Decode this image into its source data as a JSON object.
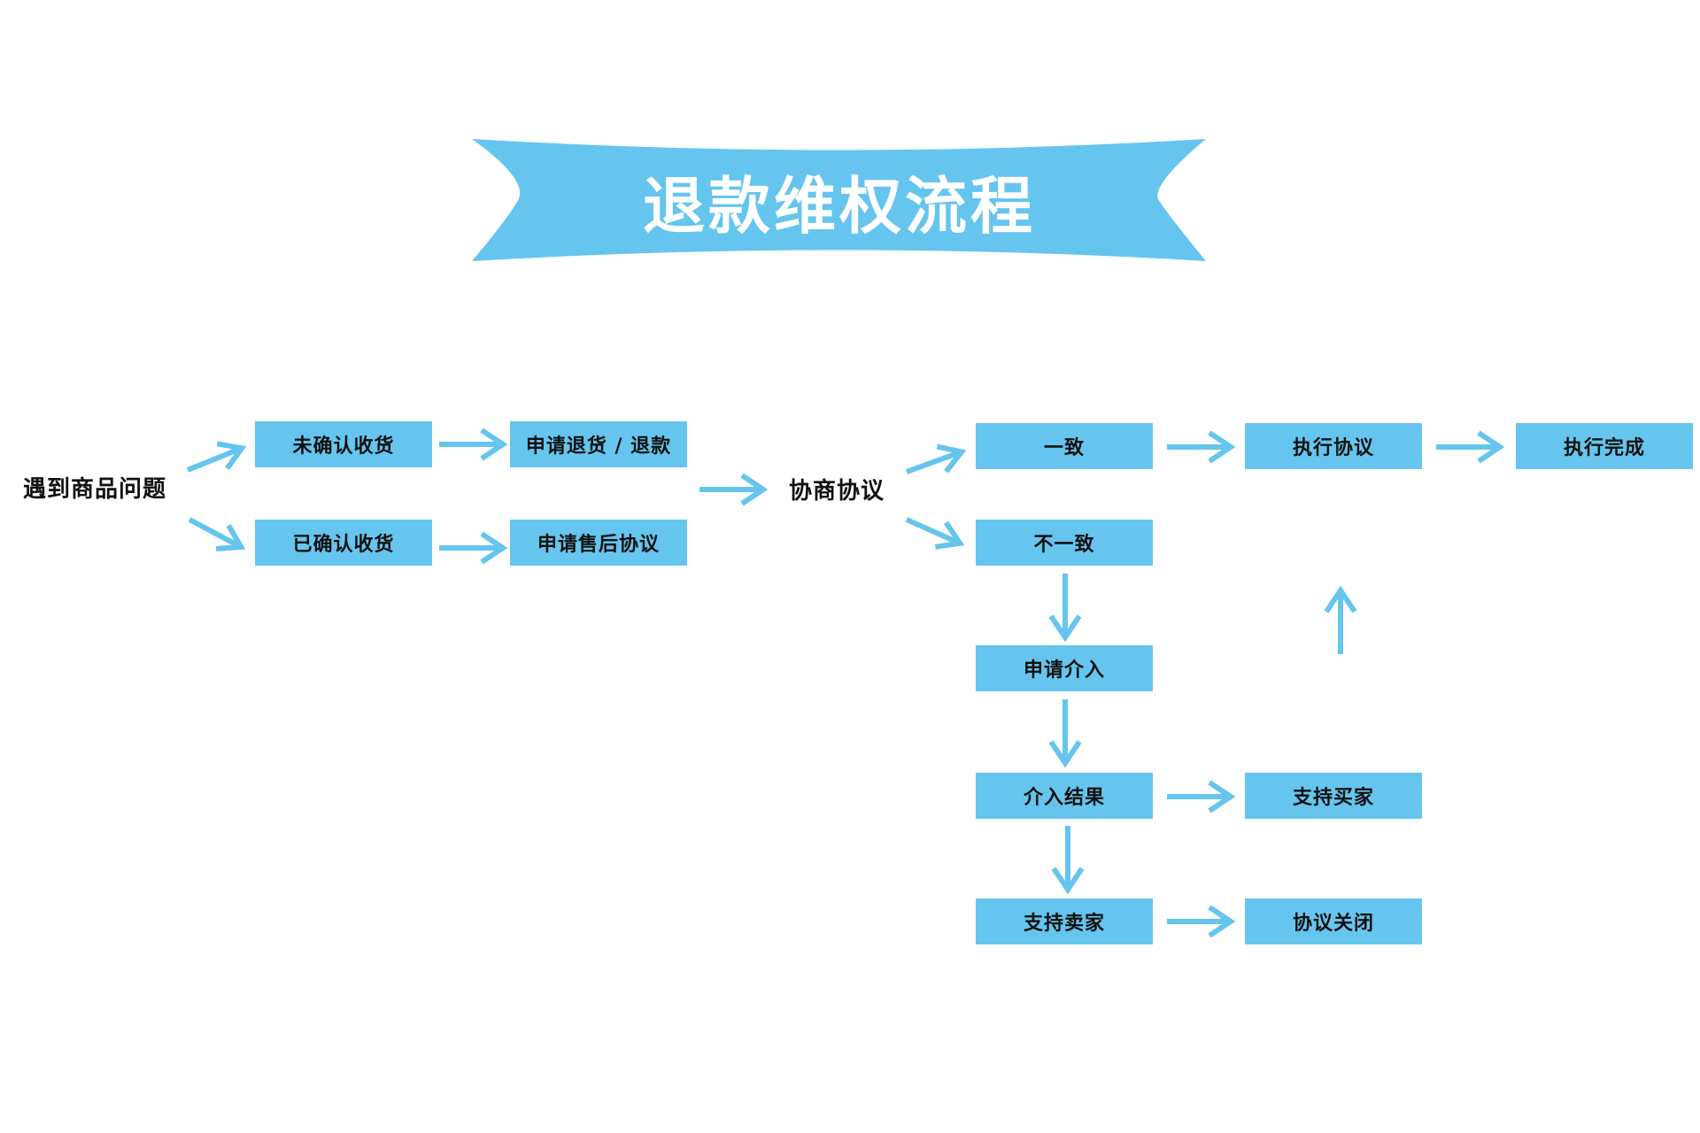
{
  "title": "退款维权流程",
  "colors": {
    "accent": "#65c5ee",
    "text": "#111111",
    "title_text": "#ffffff"
  },
  "nodes": {
    "start": "遇到商品问题",
    "unconfirmed": "未确认收货",
    "confirmed": "已确认收货",
    "apply_return": "申请退货 / 退款",
    "apply_aftersale": "申请售后协议",
    "negotiate": "协商协议",
    "agree": "一致",
    "disagree": "不一致",
    "execute": "执行协议",
    "complete": "执行完成",
    "apply_intervene": "申请介入",
    "intervene_result": "介入结果",
    "support_buyer": "支持买家",
    "support_seller": "支持卖家",
    "close": "协议关闭"
  }
}
